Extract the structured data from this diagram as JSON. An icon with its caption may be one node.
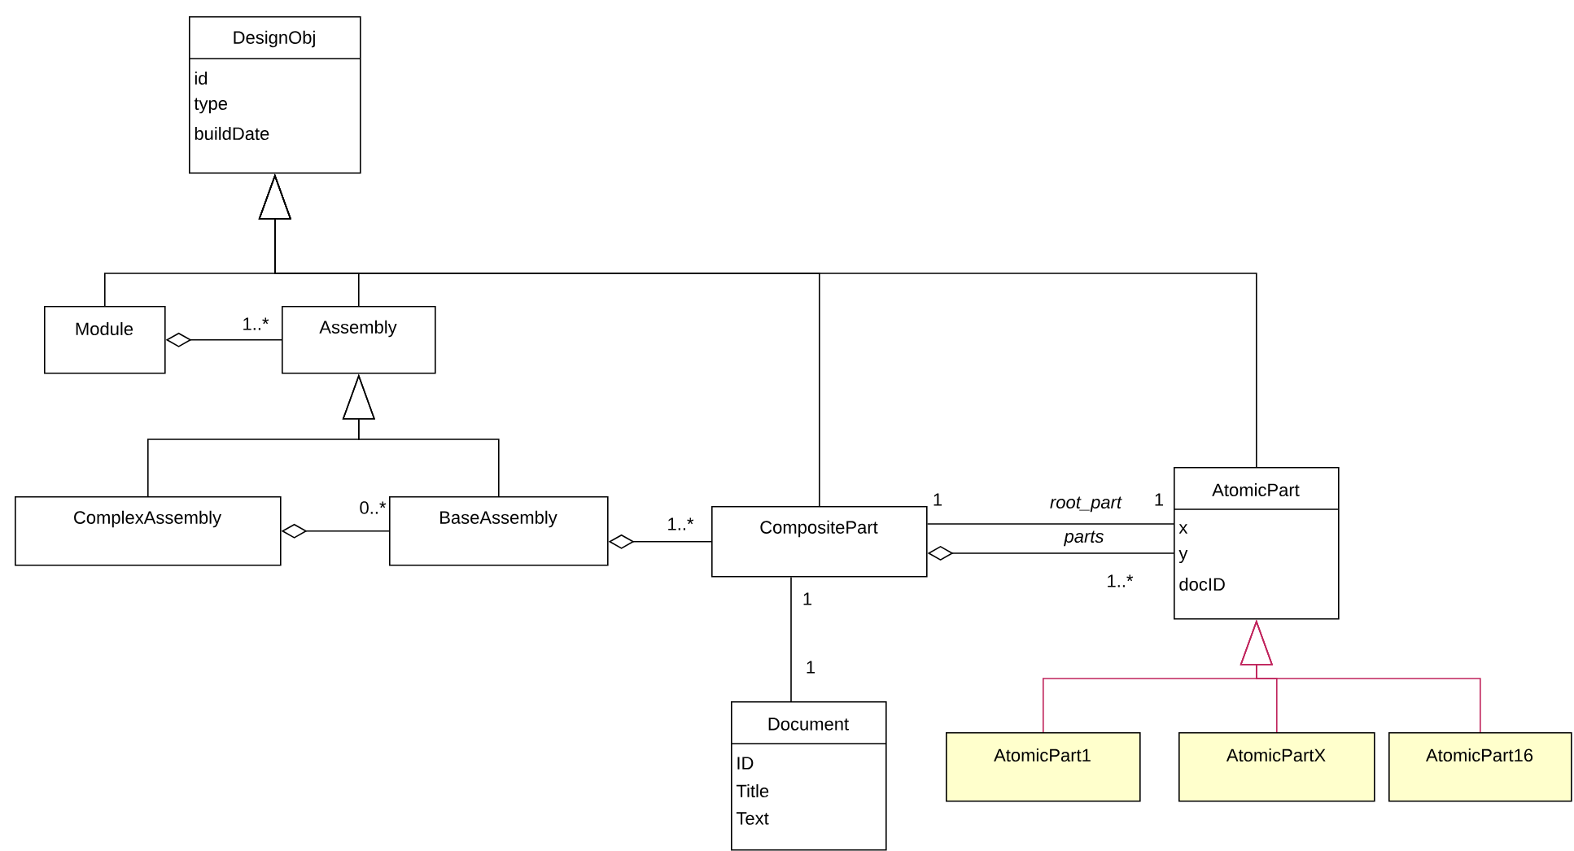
{
  "diagram": {
    "nodes": [
      {
        "text": [
          "DesignObj",
          "id",
          "type",
          "buildDate"
        ]
      },
      {
        "text": [
          "Module"
        ]
      },
      {
        "text": [
          "Assembly"
        ]
      },
      {
        "text": [
          "ComplexAssembly"
        ]
      },
      {
        "text": [
          "BaseAssembly"
        ]
      },
      {
        "text": [
          "CompositePart"
        ]
      },
      {
        "text": [
          "AtomicPart",
          "x",
          "y",
          "docID"
        ]
      },
      {
        "text": [
          "Document",
          "ID",
          "Title",
          "Text"
        ]
      },
      {
        "text": [
          "AtomicPart1"
        ]
      },
      {
        "text": [
          "AtomicPartX"
        ]
      },
      {
        "text": [
          "AtomicPart16"
        ]
      }
    ],
    "edges": [
      {
        "from": 1,
        "to": 0,
        "arrow": "to"
      },
      {
        "from": 2,
        "to": 0,
        "arrow": "to"
      },
      {
        "from": 5,
        "to": 0,
        "arrow": "to"
      },
      {
        "from": 6,
        "to": 0,
        "arrow": "to"
      },
      {
        "from": 1,
        "to": 2,
        "arrow": "other"
      },
      {
        "from": 3,
        "to": 2,
        "arrow": "to"
      },
      {
        "from": 4,
        "to": 2,
        "arrow": "to"
      },
      {
        "from": 3,
        "to": 4,
        "arrow": "other"
      },
      {
        "from": 4,
        "to": 5,
        "arrow": "other"
      },
      {
        "from": 5,
        "to": 6,
        "arrow": "none",
        "label": "root_part"
      },
      {
        "from": 5,
        "to": 6,
        "arrow": "other",
        "label": "parts"
      },
      {
        "from": 5,
        "to": 7,
        "arrow": "none"
      },
      {
        "from": 8,
        "to": 6,
        "arrow": "to",
        "color": "#c0245c"
      },
      {
        "from": 9,
        "to": 6,
        "arrow": "to",
        "color": "#c0245c"
      },
      {
        "from": 10,
        "to": 6,
        "arrow": "to",
        "color": "#c0245c"
      }
    ],
    "labels": [
      "1..*",
      "0..*",
      "1..*",
      "1",
      "1",
      "1..*",
      "1",
      "1"
    ]
  }
}
